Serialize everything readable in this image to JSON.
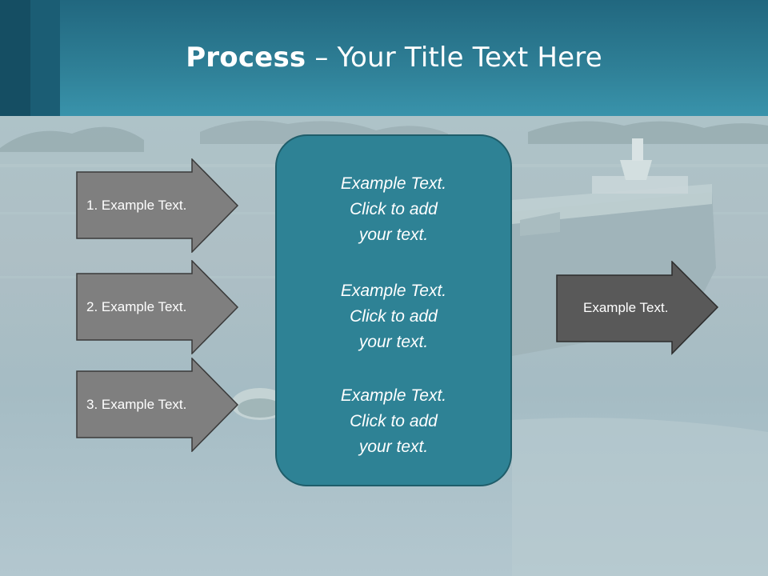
{
  "slide": {
    "title_bold": "Process",
    "title_rest": " – Your Title Text Here"
  },
  "left_arrows": [
    {
      "label": "1. Example Text."
    },
    {
      "label": "2. Example Text."
    },
    {
      "label": "3. Example Text."
    }
  ],
  "center_panel": {
    "blocks": [
      {
        "line1": "Example Text.",
        "line2": "Click  to add",
        "line3": "your text."
      },
      {
        "line1": "Example Text.",
        "line2": "Click  to add",
        "line3": "your text."
      },
      {
        "line1": "Example Text.",
        "line2": "Click  to add",
        "line3": "your text."
      }
    ]
  },
  "right_arrow": {
    "label": "Example Text."
  },
  "colors": {
    "header": "#2f8097",
    "panel": "#2e8295",
    "left_arrow_fill": "#7f7f7f",
    "right_arrow_fill": "#595959"
  }
}
